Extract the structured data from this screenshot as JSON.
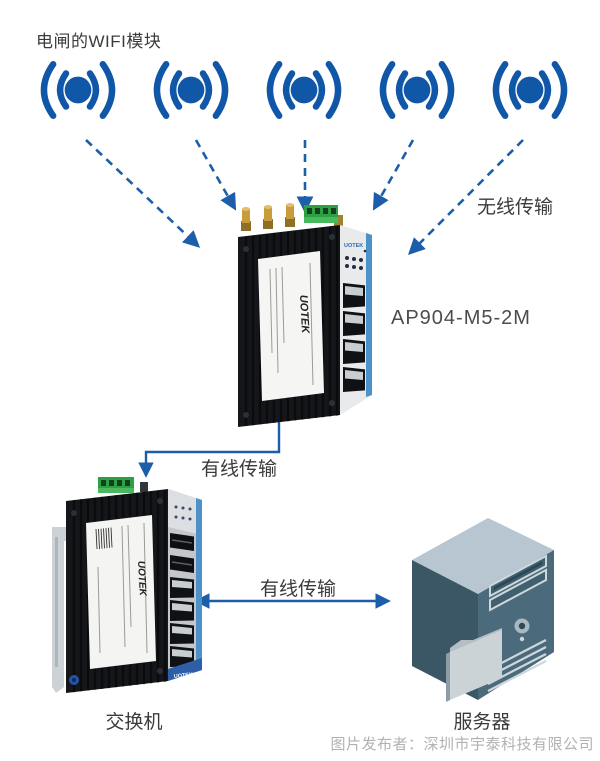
{
  "title": "电闸的WIFI模块",
  "flow": {
    "wireless_label": "无线传输",
    "wired_label_ap_switch": "有线传输",
    "wired_label_switch_server": "有线传输"
  },
  "devices": {
    "ap": {
      "model_label": "AP904-M5-2M",
      "brand": "UOTEK",
      "ethernet_ports": 4,
      "antennas": 3
    },
    "switch": {
      "caption": "交换机",
      "brand": "UOTEK",
      "ethernet_ports": 4,
      "sfp_ports": 2
    },
    "server": {
      "caption": "服务器"
    }
  },
  "footer": {
    "credit": "图片发布者：深圳市宇泰科技有限公司"
  },
  "icons": {
    "wifi": {
      "name": "wifi-signal-icon",
      "count": 5
    }
  },
  "colors": {
    "wifi_blue": "#1157a7",
    "arrow_blue": "#1c5ea9",
    "label_text": "#3b3b3b",
    "model_text": "#4c4c4c",
    "credit_text": "#b3b1b1",
    "device_body_black": "#14161a",
    "front_panel_gray": "#e9eaeb",
    "panel_blue": "#4c92c8",
    "terminal_green": "#2da045",
    "antenna_gold": "#c89b3b",
    "server_dark": "#3b5665",
    "server_front": "#4b6a7c",
    "server_top": "#b7c6d0"
  }
}
